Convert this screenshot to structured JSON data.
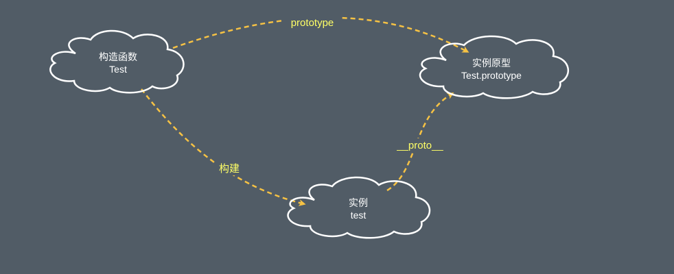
{
  "nodes": {
    "constructor": {
      "line1": "构造函数",
      "line2": "Test"
    },
    "prototype": {
      "line1": "实例原型",
      "line2": "Test.prototype"
    },
    "instance": {
      "line1": "实例",
      "line2": "test"
    }
  },
  "edges": {
    "constructor_to_prototype": "prototype",
    "constructor_to_instance": "构建",
    "instance_to_prototype": "__proto__"
  },
  "colors": {
    "background": "#515c66",
    "edge": "#f6c244",
    "edge_label": "#ffff66",
    "node_outline": "#ffffff"
  }
}
